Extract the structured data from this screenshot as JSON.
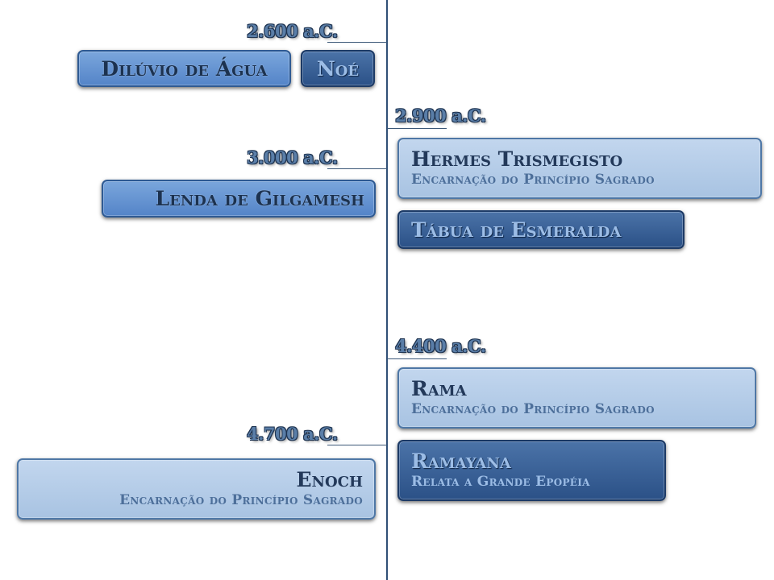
{
  "timeline": {
    "dates": {
      "d2600": "2.600 a.C.",
      "d2900": "2.900 a.C.",
      "d3000": "3.000 a.C.",
      "d4400": "4.400 a.C.",
      "d4700": "4.700 a.C."
    },
    "events": {
      "diluvio": {
        "title": "Dilúvio de Água"
      },
      "noe": {
        "title": "Noé"
      },
      "hermes": {
        "title": "Hermes Trismegisto",
        "subtitle": "Encarnação do Princípio Sagrado"
      },
      "gilgamesh": {
        "title": "Lenda de Gilgamesh"
      },
      "tabua": {
        "title": "Tábua de Esmeralda"
      },
      "rama": {
        "title": "Rama",
        "subtitle": "Encarnação do Princípio Sagrado"
      },
      "ramayana": {
        "title": "Ramayana",
        "subtitle": "Relata a Grande Epopéia"
      },
      "enoch": {
        "title": "Enoch",
        "subtitle": "Encarnação do Princípio Sagrado"
      }
    }
  },
  "colors": {
    "axis": "#2f4f76",
    "box_light": "#b3cbe7",
    "box_mid": "#6594d2",
    "box_dark": "#3a6299",
    "date_text": "#5a7ea8"
  }
}
